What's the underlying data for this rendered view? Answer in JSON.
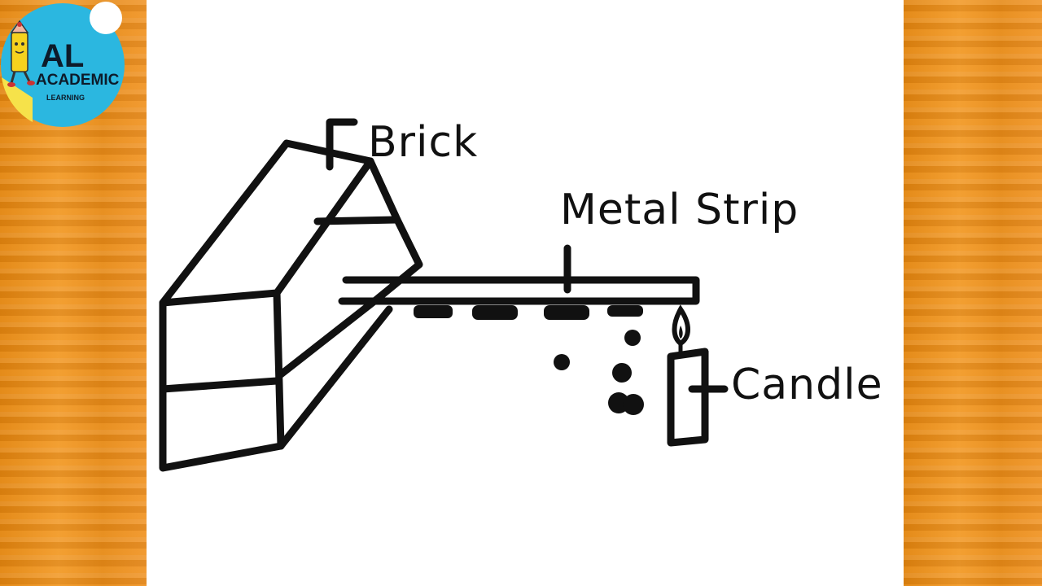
{
  "logo": {
    "initials": "AL",
    "name": "ACADEMIC",
    "tagline": "LEARNING",
    "colors": {
      "circle": "#2bb7e0",
      "accent": "#ffffff",
      "yellow": "#f6e24a"
    }
  },
  "labels": {
    "brick": "Brick",
    "metal_strip": "Metal Strip",
    "candle": "Candle"
  },
  "colors": {
    "ink": "#111111",
    "flame": "#111111",
    "paper": "#ffffff",
    "wood": "#e98f1c"
  }
}
